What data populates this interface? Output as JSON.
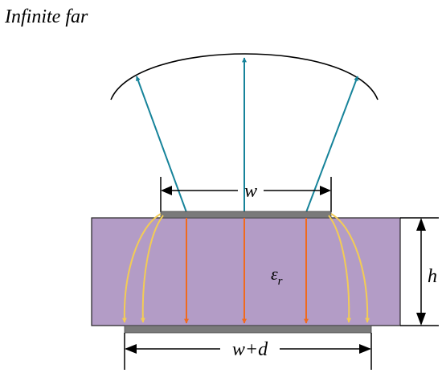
{
  "labels": {
    "far_field": "Infinite far",
    "strip_width": "w",
    "ground_width": "w+d",
    "height": "h",
    "permittivity_symbol": "ε",
    "permittivity_subscript": "r"
  },
  "colors": {
    "substrate_fill": "#b39cc6",
    "substrate_stroke": "#222222",
    "conductor": "#7a7a7a",
    "radiation_arrow": "#16839a",
    "field_line_vertical": "#f06a1d",
    "field_line_fringing": "#f3cc55",
    "dimension_line": "#000000"
  }
}
